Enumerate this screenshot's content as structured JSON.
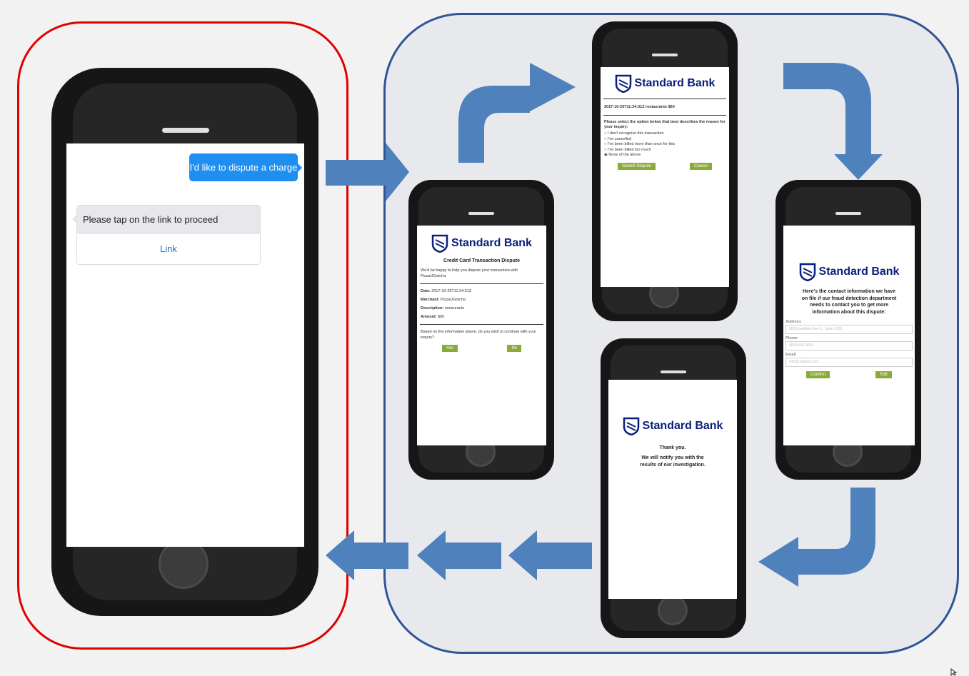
{
  "chat": {
    "user_message": "I'd like to dispute a charge",
    "bot_message": "Please tap on the link to proceed",
    "link_label": "Link"
  },
  "brand": {
    "name": "Standard Bank",
    "color": "#0a1f7a",
    "accent_green": "#8aab3a",
    "arrow_blue": "#4f81bd"
  },
  "screen1": {
    "title": "Credit Card Transaction Dispute",
    "intro": "We'd be happy to help you dispute your transaction with PizzaUGotcha.",
    "date_label": "Date:",
    "date_value": "2017-10-25T11:34:31Z",
    "merchant_label": "Merchant:",
    "merchant_value": "PizzaUGotcha",
    "description_label": "Description:",
    "description_value": "restaurants",
    "amount_label": "Amount:",
    "amount_value": "$60",
    "question": "Based on the information above, do you wish to continue with your inquiry?",
    "yes_label": "Yes",
    "no_label": "No"
  },
  "screen2": {
    "transaction": "2017-10-25T11:34:31Z restaurants $60",
    "prompt": "Please select the option below that best describes the reason for your inquiry:",
    "options": [
      "I don't recognize this transaction",
      "I've cancelled",
      "I've been billed more than once for this",
      "I've been billed too much",
      "None of the above"
    ],
    "selected_index": 4,
    "submit_label": "Submit Dispute",
    "cancel_label": "Cancel"
  },
  "screen3": {
    "message": "Here's the contact information we have on file if our fraud detection department needs to contact you to get more information about this dispute:",
    "address_label": "Address",
    "address_value": "2815 Eastlake Ave E., Suite #135",
    "phone_label": "Phone",
    "phone_value": "(855) 641-3601",
    "email_label": "Email",
    "email_value": "info@chatbox.com",
    "confirm_label": "Confirm",
    "edit_label": "Edit"
  },
  "screen4": {
    "thanks": "Thank you.",
    "notify": "We will notify you with the results of our investigation."
  }
}
